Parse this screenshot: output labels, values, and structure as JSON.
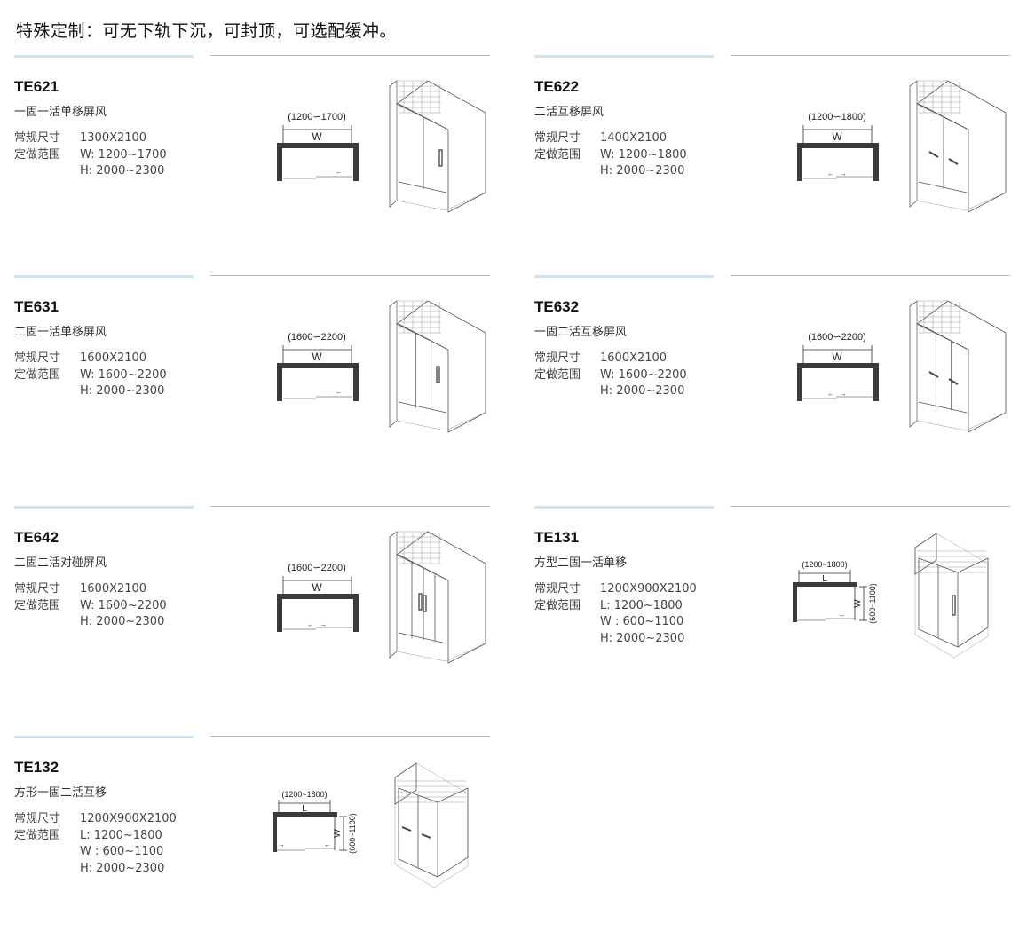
{
  "heading": "特殊定制：可无下轨下沉，可封顶，可选配缓冲。",
  "spec_labels": {
    "standard": "常规尺寸",
    "custom": "定做范围"
  },
  "products": [
    {
      "model": "TE621",
      "name": "一固一活单移屏风",
      "standard_size": "1300X2100",
      "custom": [
        "W:  1200~1700",
        "H:  2000~2300"
      ],
      "plan": {
        "range": "(1200∽1700)",
        "dim": "W"
      }
    },
    {
      "model": "TE622",
      "name": "二活互移屏风",
      "standard_size": "1400X2100",
      "custom": [
        "W:  1200~1800",
        "H:  2000~2300"
      ],
      "plan": {
        "range": "(1200∽1800)",
        "dim": "W"
      }
    },
    {
      "model": "TE631",
      "name": "二固一活单移屏风",
      "standard_size": "1600X2100",
      "custom": [
        "W:  1600~2200",
        "H:  2000~2300"
      ],
      "plan": {
        "range": "(1600∽2200)",
        "dim": "W"
      }
    },
    {
      "model": "TE632",
      "name": "一固二活互移屏风",
      "standard_size": "1600X2100",
      "custom": [
        "W:  1600~2200",
        "H:  2000~2300"
      ],
      "plan": {
        "range": "(1600∽2200)",
        "dim": "W"
      }
    },
    {
      "model": "TE642",
      "name": "二固二活对碰屏风",
      "standard_size": "1600X2100",
      "custom": [
        "W:  1600~2200",
        "H:  2000~2300"
      ],
      "plan": {
        "range": "(1600∽2200)",
        "dim": "W"
      }
    },
    {
      "model": "TE131",
      "name": "方型二固一活单移",
      "standard_size": "1200X900X2100",
      "custom": [
        "L:  1200~1800",
        "W :  600~1100",
        "H:  2000~2300"
      ],
      "plan": {
        "range": "(1200~1800)",
        "dim": "L",
        "side_range": "(600~1100)",
        "side_dim": "W"
      }
    },
    {
      "model": "TE132",
      "name": "方形一固二活互移",
      "standard_size": "1200X900X2100",
      "custom": [
        "L:  1200~1800",
        "W :  600~1100",
        "H:  2000~2300"
      ],
      "plan": {
        "range": "(1200~1800)",
        "dim": "L",
        "side_range": "(600~1100)",
        "side_dim": "W"
      }
    }
  ]
}
